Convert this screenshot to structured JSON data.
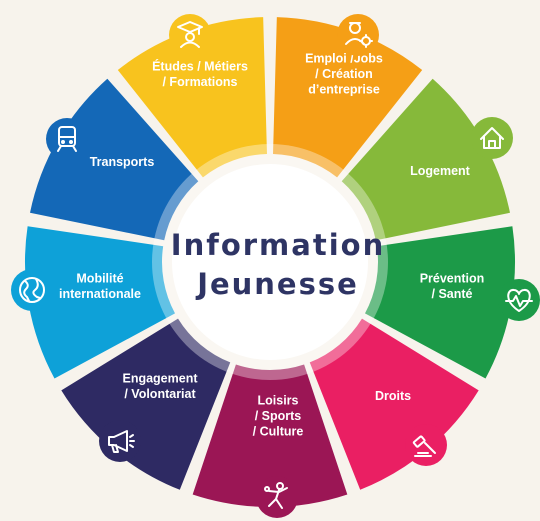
{
  "center": {
    "line1": "Information",
    "line2": "Jeunesse"
  },
  "segments": [
    {
      "id": "emploi",
      "lines": [
        "Emploi /Jobs",
        "/ Création",
        "d’entreprise"
      ],
      "color": "#f59f16",
      "icon": "worker-gear-icon"
    },
    {
      "id": "logement",
      "lines": [
        "Logement"
      ],
      "color": "#86b93a",
      "icon": "house-icon"
    },
    {
      "id": "prevention",
      "lines": [
        "Prévention",
        "/ Santé"
      ],
      "color": "#1c9a48",
      "icon": "heartbeat-icon"
    },
    {
      "id": "droits",
      "lines": [
        "Droits"
      ],
      "color": "#ea1f63",
      "icon": "gavel-icon"
    },
    {
      "id": "loisirs",
      "lines": [
        "Loisirs",
        "/ Sports",
        "/ Culture"
      ],
      "color": "#9b1655",
      "icon": "athlete-icon"
    },
    {
      "id": "engagement",
      "lines": [
        "Engagement",
        "/ Volontariat"
      ],
      "color": "#2e2a63",
      "icon": "megaphone-icon"
    },
    {
      "id": "mobilite",
      "lines": [
        "Mobilité",
        "internationale"
      ],
      "color": "#0ea1d8",
      "icon": "globe-icon"
    },
    {
      "id": "transports",
      "lines": [
        "Transports"
      ],
      "color": "#1468b7",
      "icon": "train-icon"
    },
    {
      "id": "etudes",
      "lines": [
        "Études / Métiers",
        "/ Formations"
      ],
      "color": "#f8c31e",
      "icon": "graduate-icon"
    }
  ]
}
